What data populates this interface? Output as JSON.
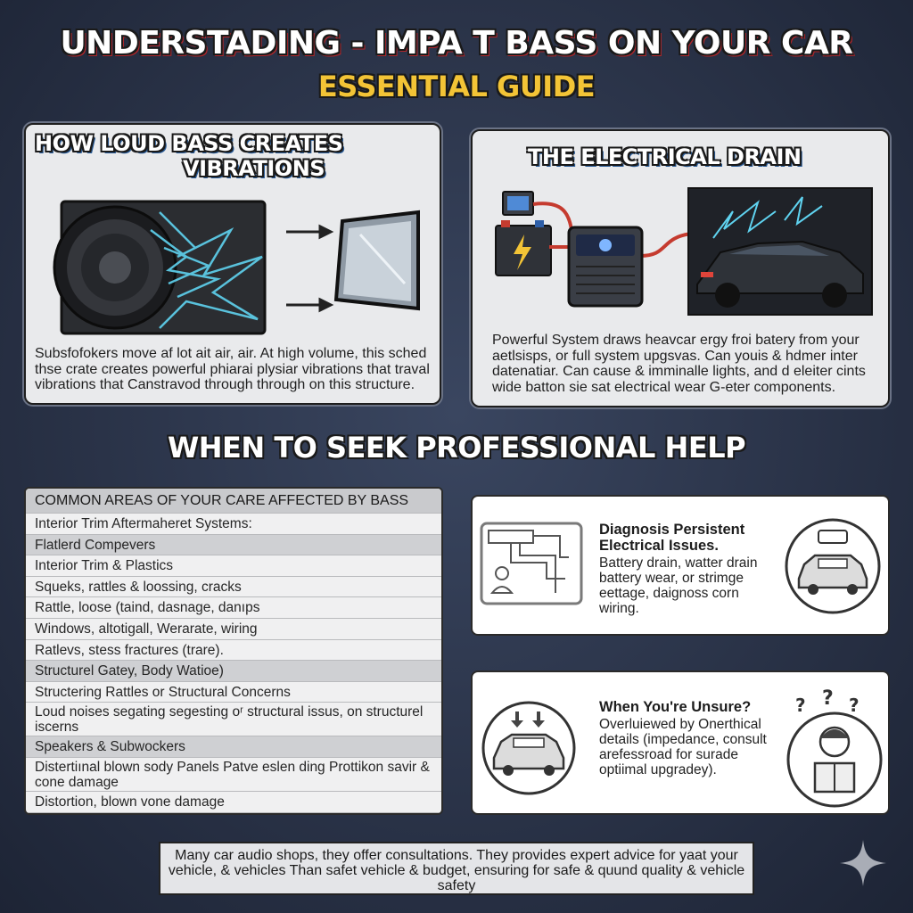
{
  "header": {
    "title": "UNDERSTADING - IMPA T BASS ON YOUR CAR",
    "subtitle": "ESSENTIAL GUIDE"
  },
  "vibrations_panel": {
    "heading_line1": "HOW LOUD BASS CREATES",
    "heading_line2": "VIBRATIONS",
    "text": "Subsfofokers move af lot ait air, air. At high volume, this sched thse crate creates powerful phiarai plysiar vibrations that traval vibrations that Canstravod through through on this structure."
  },
  "electrical_panel": {
    "heading": "THE ELECTRICAL DRAIN",
    "text_lead": "Powerful System",
    "text": " draws heavcar ergy froi batery from your aetlsisps, or full system upgsvas. Can youis & hdmer inter datenatiar. Can cause & imminalle lights, and d eleiter cints wide batton sie sat electrical wear G-eter components."
  },
  "section": {
    "title": "WHEN TO SEEK PROFESSIONAL HELP"
  },
  "areas_table": {
    "header": "COMMON AREAS OF YOUR CARE AFFECTED BY BASS",
    "rows": [
      {
        "text": "Interior Trim Aftermaheret Systems:",
        "style": "plain"
      },
      {
        "text": "Flatlerd Compevers",
        "style": "sub"
      },
      {
        "text": "Interior Trim & Plastics",
        "style": "plain"
      },
      {
        "text": "Squeks, rattles & loossing, cracks",
        "style": "plain"
      },
      {
        "text": "Rattle, loose (taind, dasnage, danıps",
        "style": "plain"
      },
      {
        "text": "Windows, altotigall, Werarate, wiring",
        "style": "plain"
      },
      {
        "text": "Ratlevs, stess fractures (trare).",
        "style": "plain"
      },
      {
        "text": "Structurel Gatey, Body Watioe)",
        "style": "sub"
      },
      {
        "text": "Structering Rattles or Structural Concerns",
        "style": "plain"
      },
      {
        "text": "Loud noises segating segesting oʳ structural issus, on structurel iscerns",
        "style": "two"
      },
      {
        "text": "Speakers & Subwockers",
        "style": "sub"
      },
      {
        "text": "Distertiınal blown sody Panels Patve eslen ding Prottikon savir & cone damage",
        "style": "two"
      },
      {
        "text": "Distortion, blown vone damage",
        "style": "plain"
      }
    ]
  },
  "diagnosis_card": {
    "title": "Diagnosis Persistent Electrical Issues.",
    "text": "Battery drain, watter drain battery wear, or strimge eettage, daignoss corn wiring."
  },
  "unsure_card": {
    "title": "When You're Unsure?",
    "text": "Overluiewed by Onerthical details (impedance, consult arefessroad for surade optiimal upgradey)."
  },
  "footer": {
    "text": "Many car audio shops, they offer consultations. They provides expert advice for yaat your vehicle, & vehicles Than safet vehicle & budget, ensuring for safe & quund quality & vehicle safety"
  },
  "colors": {
    "background": "#2a3348",
    "title_accent": "#f3c436",
    "energy_blue": "#5fd3f0",
    "panel_bg": "#e9eaec"
  },
  "icons": {
    "sparkle": "sparkle-icon",
    "car": "car-icon",
    "question": "question-mark-icon",
    "circuit": "circuit-diagram-icon",
    "battery": "battery-icon"
  }
}
